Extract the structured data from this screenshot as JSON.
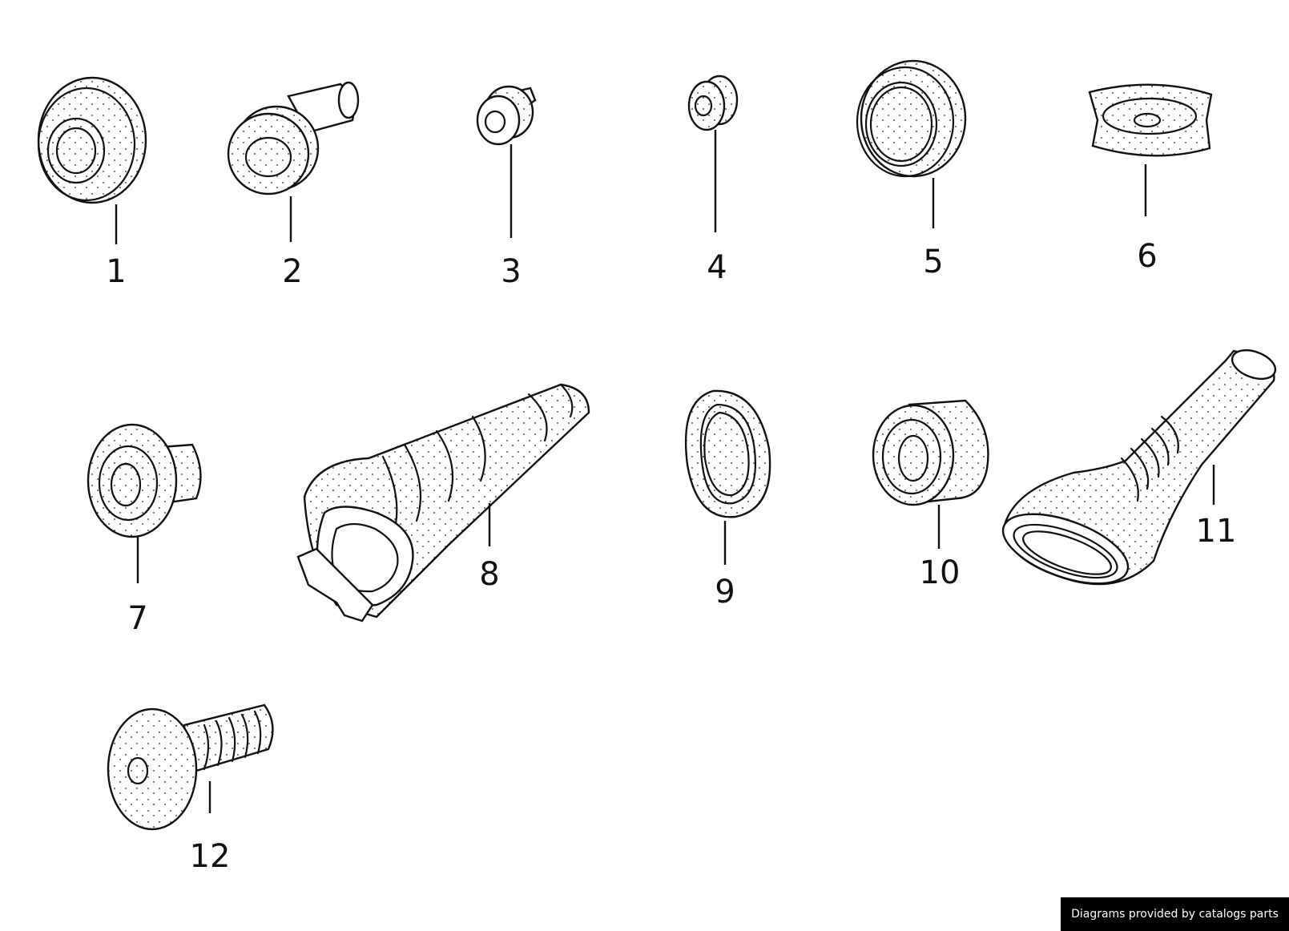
{
  "parts": [
    {
      "id": "part-1",
      "label": "1"
    },
    {
      "id": "part-2",
      "label": "2"
    },
    {
      "id": "part-3",
      "label": "3"
    },
    {
      "id": "part-4",
      "label": "4"
    },
    {
      "id": "part-5",
      "label": "5"
    },
    {
      "id": "part-6",
      "label": "6"
    },
    {
      "id": "part-7",
      "label": "7"
    },
    {
      "id": "part-8",
      "label": "8"
    },
    {
      "id": "part-9",
      "label": "9"
    },
    {
      "id": "part-10",
      "label": "10"
    },
    {
      "id": "part-11",
      "label": "11"
    },
    {
      "id": "part-12",
      "label": "12"
    }
  ],
  "footer": {
    "credit": "Diagrams provided by catalogs parts"
  }
}
